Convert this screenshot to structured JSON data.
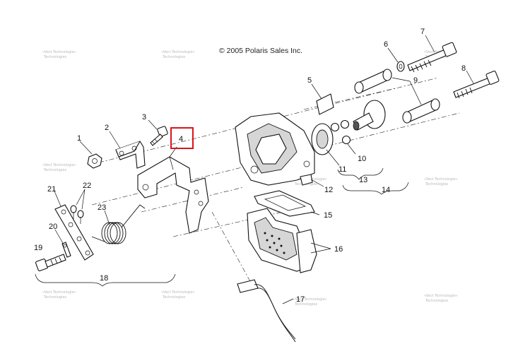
{
  "copyright": "© 2005 Polaris Sales Inc.",
  "highlighted_callout": "4",
  "callouts": [
    "1",
    "2",
    "3",
    "4",
    "5",
    "6",
    "7",
    "8",
    "9",
    "10",
    "11",
    "12",
    "13",
    "14",
    "15",
    "16",
    "17",
    "18",
    "19",
    "20",
    "21",
    "22",
    "23"
  ],
  "watermark": {
    "line1": "«Vect Technologie»",
    "line2": "Technologies"
  },
  "colors": {
    "line": "#111111",
    "highlight": "#d9151a",
    "watermark": "#b9b9b9",
    "background": "#ffffff"
  }
}
